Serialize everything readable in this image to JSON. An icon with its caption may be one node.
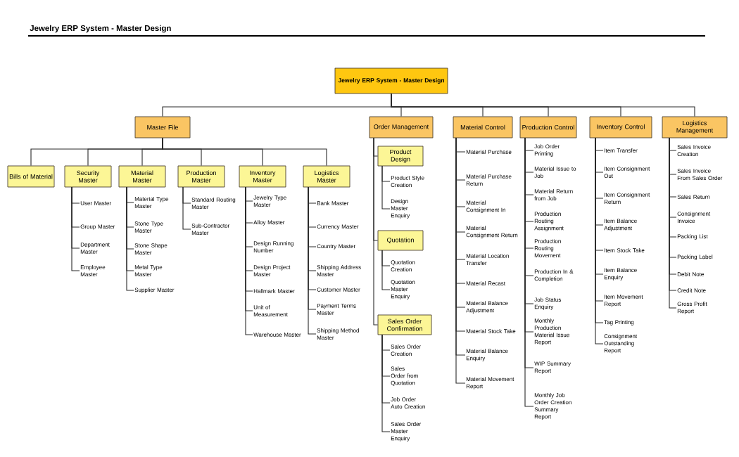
{
  "diagram": {
    "title": "Jewelry ERP System - Master Design",
    "nodes": [
      {
        "text": [
          "Jewelry ERP System - Master Design"
        ]
      },
      {
        "text": [
          "Master File"
        ]
      },
      {
        "text": [
          "Order Management"
        ]
      },
      {
        "text": [
          "Material Control"
        ]
      },
      {
        "text": [
          "Production Control"
        ]
      },
      {
        "text": [
          "Inventory Control"
        ]
      },
      {
        "text": [
          "Logistics Management"
        ]
      },
      {
        "text": [
          "Bills of Material"
        ]
      },
      {
        "text": [
          "Security Master"
        ]
      },
      {
        "text": [
          "Material Master"
        ]
      },
      {
        "text": [
          "Production Master"
        ]
      },
      {
        "text": [
          "Inventory Master"
        ]
      },
      {
        "text": [
          "Logistics Master"
        ]
      },
      {
        "text": [
          "User Master"
        ]
      },
      {
        "text": [
          "Group Master"
        ]
      },
      {
        "text": [
          "Department Master"
        ]
      },
      {
        "text": [
          "Employee Master"
        ]
      },
      {
        "text": [
          "Material Type Master"
        ]
      },
      {
        "text": [
          "Stone Type Master"
        ]
      },
      {
        "text": [
          "Stone Shape Master"
        ]
      },
      {
        "text": [
          "Metal Type Master"
        ]
      },
      {
        "text": [
          "Supplier Master"
        ]
      },
      {
        "text": [
          "Standard Routing Master"
        ]
      },
      {
        "text": [
          "Sub-Contractor Master"
        ]
      },
      {
        "text": [
          "Jewelry Type Master"
        ]
      },
      {
        "text": [
          "Alloy Master"
        ]
      },
      {
        "text": [
          "Design Running Number"
        ]
      },
      {
        "text": [
          "Design Project Master"
        ]
      },
      {
        "text": [
          "Hallmark Master"
        ]
      },
      {
        "text": [
          "Unit of Measurement"
        ]
      },
      {
        "text": [
          "Warehouse Master"
        ]
      },
      {
        "text": [
          "Bank Master"
        ]
      },
      {
        "text": [
          "Currency Master"
        ]
      },
      {
        "text": [
          "Country Master"
        ]
      },
      {
        "text": [
          "Shipping Address Master"
        ]
      },
      {
        "text": [
          "Customer Master"
        ]
      },
      {
        "text": [
          "Payment Terms Master"
        ]
      },
      {
        "text": [
          "Shipping Method Master"
        ]
      },
      {
        "text": [
          "Product Design"
        ]
      },
      {
        "text": [
          "Product Style Creation"
        ]
      },
      {
        "text": [
          "Design Master Enquiry"
        ]
      },
      {
        "text": [
          "Quotation"
        ]
      },
      {
        "text": [
          "Quotation Creation"
        ]
      },
      {
        "text": [
          "Quotation Master Enquiry"
        ]
      },
      {
        "text": [
          "Sales Order Confirmation"
        ]
      },
      {
        "text": [
          "Sales Order Creation"
        ]
      },
      {
        "text": [
          "Sales Order from Quotation"
        ]
      },
      {
        "text": [
          "Job Order Auto Creation"
        ]
      },
      {
        "text": [
          "Sales Order Master Enquiry"
        ]
      },
      {
        "text": [
          "Material Purchase"
        ]
      },
      {
        "text": [
          "Material Purchase Return"
        ]
      },
      {
        "text": [
          "Material Consignment In"
        ]
      },
      {
        "text": [
          "Material Consignment Return"
        ]
      },
      {
        "text": [
          "Material Location Transfer"
        ]
      },
      {
        "text": [
          "Material Recast"
        ]
      },
      {
        "text": [
          "Material Balance Adjustment"
        ]
      },
      {
        "text": [
          "Material Stock Take"
        ]
      },
      {
        "text": [
          "Material Balance Enquiry"
        ]
      },
      {
        "text": [
          "Material Movement Report"
        ]
      },
      {
        "text": [
          "Job Order Printing"
        ]
      },
      {
        "text": [
          "Material Issue to Job"
        ]
      },
      {
        "text": [
          "Material Return from Job"
        ]
      },
      {
        "text": [
          "Production Routing Assignment"
        ]
      },
      {
        "text": [
          "Production Routing Movement"
        ]
      },
      {
        "text": [
          "Production In & Completion"
        ]
      },
      {
        "text": [
          "Job Status Enquiry"
        ]
      },
      {
        "text": [
          "Monthly Production Material Issue Report"
        ]
      },
      {
        "text": [
          "WIP Summary Report"
        ]
      },
      {
        "text": [
          "Monthly Job Order Creation Summary Report"
        ]
      },
      {
        "text": [
          "Item Transfer"
        ]
      },
      {
        "text": [
          "Item Consignment Out"
        ]
      },
      {
        "text": [
          "Item Consignment Return"
        ]
      },
      {
        "text": [
          "Item Balance Adjustment"
        ]
      },
      {
        "text": [
          "Item Stock Take"
        ]
      },
      {
        "text": [
          "Item Balance Enquiry"
        ]
      },
      {
        "text": [
          "Item Movement Report"
        ]
      },
      {
        "text": [
          "Tag Printing"
        ]
      },
      {
        "text": [
          "Consignment Outstanding Report"
        ]
      },
      {
        "text": [
          "Sales Invoice Creation"
        ]
      },
      {
        "text": [
          "Sales Invoice From Sales Order"
        ]
      },
      {
        "text": [
          "Sales Return"
        ]
      },
      {
        "text": [
          "Consignment Invoice"
        ]
      },
      {
        "text": [
          "Packing List"
        ]
      },
      {
        "text": [
          "Packing Label"
        ]
      },
      {
        "text": [
          "Debit Note"
        ]
      },
      {
        "text": [
          "Credit Note"
        ]
      },
      {
        "text": [
          "Gross Profit Report"
        ]
      }
    ],
    "edges": [
      {
        "from": 0,
        "to": 1,
        "arrow": "none"
      },
      {
        "from": 0,
        "to": 2,
        "arrow": "none"
      },
      {
        "from": 0,
        "to": 3,
        "arrow": "none"
      },
      {
        "from": 0,
        "to": 4,
        "arrow": "none"
      },
      {
        "from": 0,
        "to": 5,
        "arrow": "none"
      },
      {
        "from": 0,
        "to": 6,
        "arrow": "none"
      },
      {
        "from": 1,
        "to": 7,
        "arrow": "none"
      },
      {
        "from": 1,
        "to": 8,
        "arrow": "none"
      },
      {
        "from": 1,
        "to": 9,
        "arrow": "none"
      },
      {
        "from": 1,
        "to": 10,
        "arrow": "none"
      },
      {
        "from": 1,
        "to": 11,
        "arrow": "none"
      },
      {
        "from": 1,
        "to": 12,
        "arrow": "none"
      },
      {
        "from": 8,
        "to": 13,
        "arrow": "none"
      },
      {
        "from": 8,
        "to": 14,
        "arrow": "none"
      },
      {
        "from": 8,
        "to": 15,
        "arrow": "none"
      },
      {
        "from": 8,
        "to": 16,
        "arrow": "none"
      },
      {
        "from": 9,
        "to": 17,
        "arrow": "none"
      },
      {
        "from": 9,
        "to": 18,
        "arrow": "none"
      },
      {
        "from": 9,
        "to": 19,
        "arrow": "none"
      },
      {
        "from": 9,
        "to": 20,
        "arrow": "none"
      },
      {
        "from": 9,
        "to": 21,
        "arrow": "none"
      },
      {
        "from": 10,
        "to": 22,
        "arrow": "none"
      },
      {
        "from": 10,
        "to": 23,
        "arrow": "none"
      },
      {
        "from": 11,
        "to": 24,
        "arrow": "none"
      },
      {
        "from": 11,
        "to": 25,
        "arrow": "none"
      },
      {
        "from": 11,
        "to": 26,
        "arrow": "none"
      },
      {
        "from": 11,
        "to": 27,
        "arrow": "none"
      },
      {
        "from": 11,
        "to": 28,
        "arrow": "none"
      },
      {
        "from": 11,
        "to": 29,
        "arrow": "none"
      },
      {
        "from": 11,
        "to": 30,
        "arrow": "none"
      },
      {
        "from": 12,
        "to": 31,
        "arrow": "none"
      },
      {
        "from": 12,
        "to": 32,
        "arrow": "none"
      },
      {
        "from": 12,
        "to": 33,
        "arrow": "none"
      },
      {
        "from": 12,
        "to": 34,
        "arrow": "none"
      },
      {
        "from": 12,
        "to": 35,
        "arrow": "none"
      },
      {
        "from": 12,
        "to": 36,
        "arrow": "none"
      },
      {
        "from": 12,
        "to": 37,
        "arrow": "none"
      },
      {
        "from": 2,
        "to": 38,
        "arrow": "none"
      },
      {
        "from": 2,
        "to": 41,
        "arrow": "none"
      },
      {
        "from": 2,
        "to": 44,
        "arrow": "none"
      },
      {
        "from": 38,
        "to": 39,
        "arrow": "none"
      },
      {
        "from": 38,
        "to": 40,
        "arrow": "none"
      },
      {
        "from": 41,
        "to": 42,
        "arrow": "none"
      },
      {
        "from": 41,
        "to": 43,
        "arrow": "none"
      },
      {
        "from": 44,
        "to": 45,
        "arrow": "none"
      },
      {
        "from": 44,
        "to": 46,
        "arrow": "none"
      },
      {
        "from": 44,
        "to": 47,
        "arrow": "none"
      },
      {
        "from": 44,
        "to": 48,
        "arrow": "none"
      },
      {
        "from": 3,
        "to": 49,
        "arrow": "none"
      },
      {
        "from": 3,
        "to": 50,
        "arrow": "none"
      },
      {
        "from": 3,
        "to": 51,
        "arrow": "none"
      },
      {
        "from": 3,
        "to": 52,
        "arrow": "none"
      },
      {
        "from": 3,
        "to": 53,
        "arrow": "none"
      },
      {
        "from": 3,
        "to": 54,
        "arrow": "none"
      },
      {
        "from": 3,
        "to": 55,
        "arrow": "none"
      },
      {
        "from": 3,
        "to": 56,
        "arrow": "none"
      },
      {
        "from": 3,
        "to": 57,
        "arrow": "none"
      },
      {
        "from": 3,
        "to": 58,
        "arrow": "none"
      },
      {
        "from": 4,
        "to": 59,
        "arrow": "none"
      },
      {
        "from": 4,
        "to": 60,
        "arrow": "none"
      },
      {
        "from": 4,
        "to": 61,
        "arrow": "none"
      },
      {
        "from": 4,
        "to": 62,
        "arrow": "none"
      },
      {
        "from": 4,
        "to": 63,
        "arrow": "none"
      },
      {
        "from": 4,
        "to": 64,
        "arrow": "none"
      },
      {
        "from": 4,
        "to": 65,
        "arrow": "none"
      },
      {
        "from": 4,
        "to": 66,
        "arrow": "none"
      },
      {
        "from": 4,
        "to": 67,
        "arrow": "none"
      },
      {
        "from": 4,
        "to": 68,
        "arrow": "none"
      },
      {
        "from": 5,
        "to": 69,
        "arrow": "none"
      },
      {
        "from": 5,
        "to": 70,
        "arrow": "none"
      },
      {
        "from": 5,
        "to": 71,
        "arrow": "none"
      },
      {
        "from": 5,
        "to": 72,
        "arrow": "none"
      },
      {
        "from": 5,
        "to": 73,
        "arrow": "none"
      },
      {
        "from": 5,
        "to": 74,
        "arrow": "none"
      },
      {
        "from": 5,
        "to": 75,
        "arrow": "none"
      },
      {
        "from": 5,
        "to": 76,
        "arrow": "none"
      },
      {
        "from": 5,
        "to": 77,
        "arrow": "none"
      },
      {
        "from": 6,
        "to": 78,
        "arrow": "none"
      },
      {
        "from": 6,
        "to": 79,
        "arrow": "none"
      },
      {
        "from": 6,
        "to": 80,
        "arrow": "none"
      },
      {
        "from": 6,
        "to": 81,
        "arrow": "none"
      },
      {
        "from": 6,
        "to": 82,
        "arrow": "none"
      },
      {
        "from": 6,
        "to": 83,
        "arrow": "none"
      },
      {
        "from": 6,
        "to": 84,
        "arrow": "none"
      },
      {
        "from": 6,
        "to": 85,
        "arrow": "none"
      },
      {
        "from": 6,
        "to": 86,
        "arrow": "none"
      }
    ]
  }
}
